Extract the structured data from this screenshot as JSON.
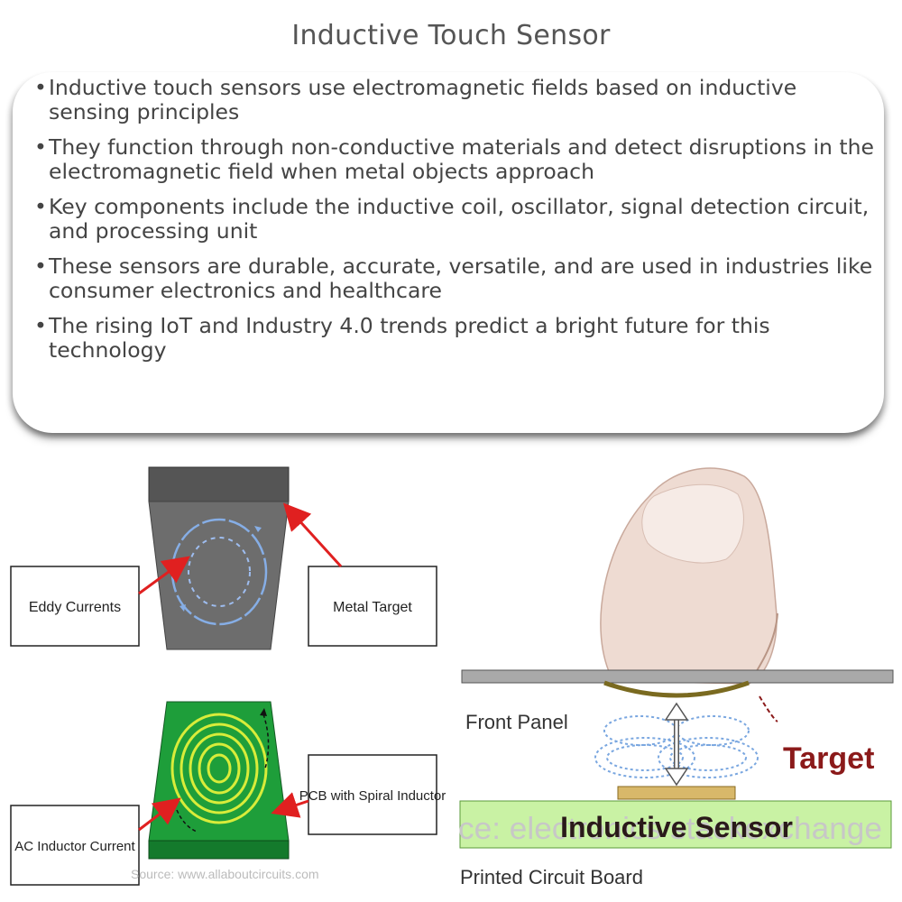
{
  "title": "Inductive Touch Sensor",
  "bullets": [
    "Inductive touch sensors use electromagnetic fields based on inductive sensing principles",
    "They function through non-conductive materials and detect disruptions in the electromagnetic field when metal objects approach",
    "Key components include the inductive coil, oscillator, signal detection circuit, and processing unit",
    "These sensors are durable, accurate, versatile, and are used in industries like consumer electronics and healthcare",
    "The rising IoT and Industry 4.0 trends predict a bright future for this technology"
  ],
  "left_diagram": {
    "eddy_currents": "Eddy Currents",
    "metal_target": "Metal Target",
    "pcb_spiral": "PCB with Spiral Inductor",
    "ac_current": "AC Inductor Current",
    "source": "Source: www.allaboutcircuits.com"
  },
  "right_diagram": {
    "front_panel": "Front Panel",
    "target": "Target",
    "inductive_sensor": "Inductive Sensor",
    "printed_circuit_board": "Printed Circuit Board",
    "watermark": "ce: electronics stackexchange"
  },
  "colors": {
    "pcb_green": "#1e9e3a",
    "coil_yellow": "#d8ec3a",
    "arrow_red": "#e02020",
    "eddy_blue": "#7aa7e0",
    "sensor_pcb": "#c9f2a4"
  }
}
